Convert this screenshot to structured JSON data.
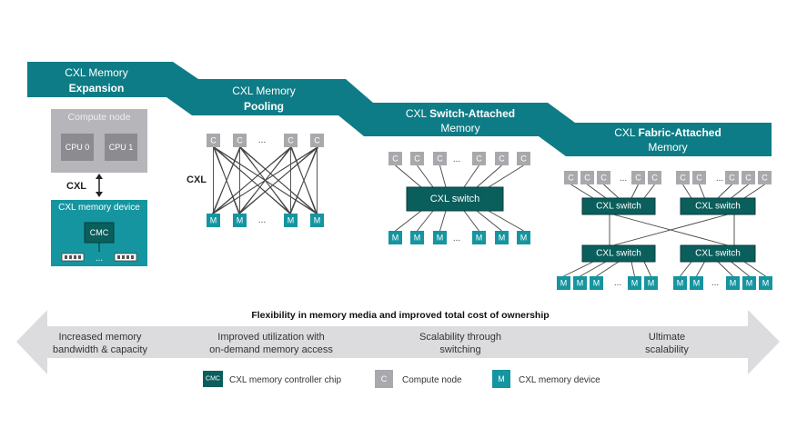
{
  "colors": {
    "teal": "#0e7c86",
    "dark_teal": "#0a5e5c",
    "memory_device": "#1595a0",
    "compute_gray": "#a9a9ad",
    "compute_box": "#b6b6ba",
    "cpu_gray": "#8c8c90",
    "arrow_gray": "#dcdcdf",
    "line": "#444444"
  },
  "bands": [
    {
      "line1": "CXL Memory",
      "line2_bold": "Expansion",
      "line2_prefix": ""
    },
    {
      "line1": "CXL Memory",
      "line2_bold": "Pooling",
      "line2_prefix": ""
    },
    {
      "line1_prefix": "CXL ",
      "line1_bold": "Switch-Attached",
      "line2": "Memory"
    },
    {
      "line1_prefix": "CXL ",
      "line1_bold": "Fabric-Attached",
      "line2": "Memory"
    }
  ],
  "expansion": {
    "compute_node_label": "Compute node",
    "cpus": [
      "CPU 0",
      "CPU 1"
    ],
    "link_label": "CXL",
    "device_label": "CXL memory device",
    "controller_label": "CMC",
    "dimm_ellipsis": "..."
  },
  "pooling": {
    "link_label": "CXL",
    "compute_nodes": [
      "C",
      "C",
      "C",
      "C"
    ],
    "memory_devices": [
      "M",
      "M",
      "M",
      "M"
    ],
    "ellipsis": "..."
  },
  "switch_attached": {
    "compute_nodes": [
      "C",
      "C",
      "C",
      "C",
      "C",
      "C"
    ],
    "memory_devices": [
      "M",
      "M",
      "M",
      "M",
      "M",
      "M"
    ],
    "switch_label": "CXL switch",
    "ellipsis": "..."
  },
  "fabric_attached": {
    "top_left_nodes": [
      "C",
      "C",
      "C",
      "C",
      "C"
    ],
    "top_right_nodes": [
      "C",
      "C",
      "C",
      "C",
      "C"
    ],
    "bottom_left_devices": [
      "M",
      "M",
      "M",
      "M",
      "M"
    ],
    "bottom_right_devices": [
      "M",
      "M",
      "M",
      "M",
      "M"
    ],
    "switches": [
      "CXL switch",
      "CXL switch",
      "CXL switch",
      "CXL switch"
    ],
    "ellipsis": "..."
  },
  "arrow": {
    "title": "Flexibility in memory media and improved total cost of ownership",
    "benefits": [
      {
        "line1": "Increased memory",
        "line2": "bandwidth & capacity"
      },
      {
        "line1": "Improved utilization with",
        "line2": "on-demand memory access"
      },
      {
        "line1": "Scalability through",
        "line2": "switching"
      },
      {
        "line1": "Ultimate",
        "line2": "scalability"
      }
    ]
  },
  "legend": [
    {
      "glyph": "CMC",
      "label": "CXL memory controller chip",
      "kind": "controller"
    },
    {
      "glyph": "C",
      "label": "Compute node",
      "kind": "compute"
    },
    {
      "glyph": "M",
      "label": "CXL memory device",
      "kind": "memory"
    }
  ]
}
